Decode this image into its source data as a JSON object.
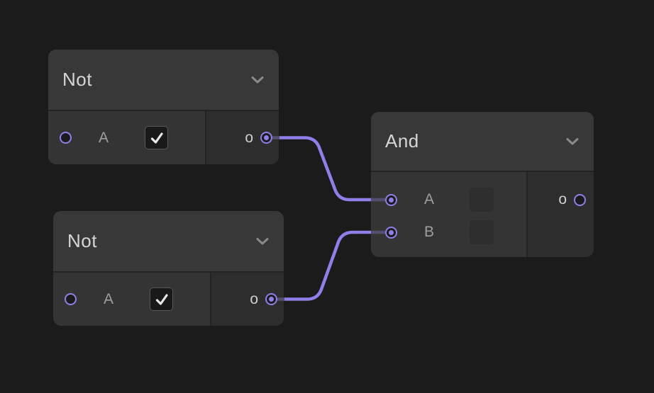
{
  "canvas": {
    "background_color": "#1b1b1b",
    "accent_color": "#8f7fe8",
    "wire_color": "#8f7fe8",
    "wire_dim_color": "#554f6e"
  },
  "nodes": [
    {
      "title": "Not",
      "inputs": [
        {
          "label": "A",
          "checked": true,
          "connected": false
        }
      ],
      "outputs": [
        {
          "label": "o",
          "connected": true
        }
      ]
    },
    {
      "title": "Not",
      "inputs": [
        {
          "label": "A",
          "checked": true,
          "connected": false
        }
      ],
      "outputs": [
        {
          "label": "o",
          "connected": true
        }
      ]
    },
    {
      "title": "And",
      "inputs": [
        {
          "label": "A",
          "checked": false,
          "connected": true
        },
        {
          "label": "B",
          "checked": false,
          "connected": true
        }
      ],
      "outputs": [
        {
          "label": "o",
          "connected": false
        }
      ]
    }
  ],
  "connections": [
    {
      "from": "Not#1 output o",
      "to": "And input A"
    },
    {
      "from": "Not#2 output o",
      "to": "And input B"
    }
  ]
}
